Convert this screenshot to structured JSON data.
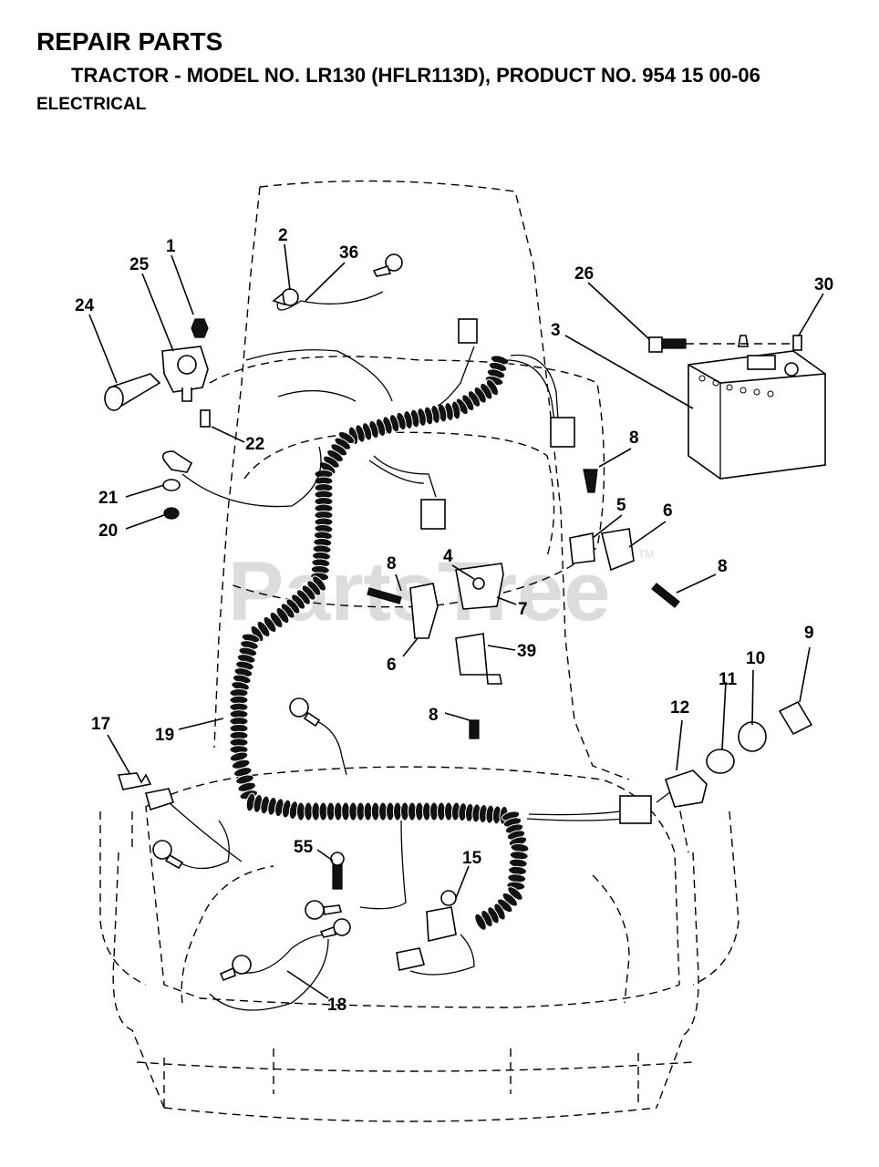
{
  "header": {
    "title": "REPAIR PARTS",
    "subtitle": "TRACTOR - MODEL NO. LR130 (HFLR113D), PRODUCT NO. 954 15 00-06",
    "section": "ELECTRICAL"
  },
  "watermark": {
    "text": "PartsTree",
    "tm": "TM"
  },
  "callouts": [
    "1",
    "2",
    "36",
    "25",
    "24",
    "26",
    "30",
    "3",
    "22",
    "8",
    "21",
    "20",
    "5",
    "6",
    "4",
    "8",
    "7",
    "8",
    "6",
    "39",
    "8",
    "9",
    "10",
    "11",
    "12",
    "17",
    "19",
    "55",
    "15",
    "18"
  ]
}
